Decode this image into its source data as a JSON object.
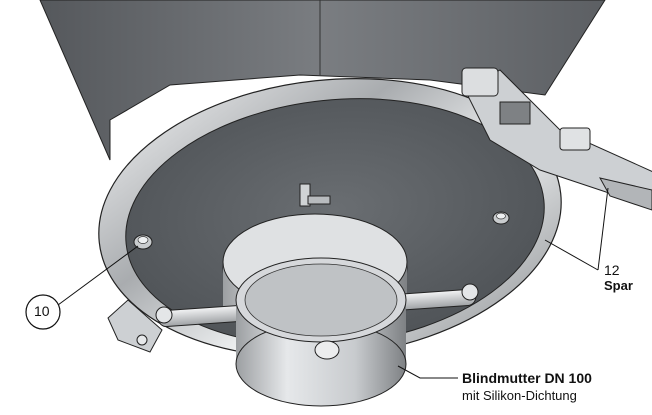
{
  "callouts": {
    "item_10": {
      "number": "10"
    },
    "item_12": {
      "number": "12",
      "label": "Spar"
    },
    "blind_nut": {
      "title": "Blindmutter DN 100",
      "subtitle": "mit Silikon-Dichtung"
    }
  },
  "colors": {
    "hopper_body": "#6f7276",
    "flange_ring": "#b9bcbf",
    "plate": "#5f6366",
    "steel_light": "#e2e4e6",
    "steel_dark": "#8a8d90",
    "line": "#1a1a1a"
  }
}
